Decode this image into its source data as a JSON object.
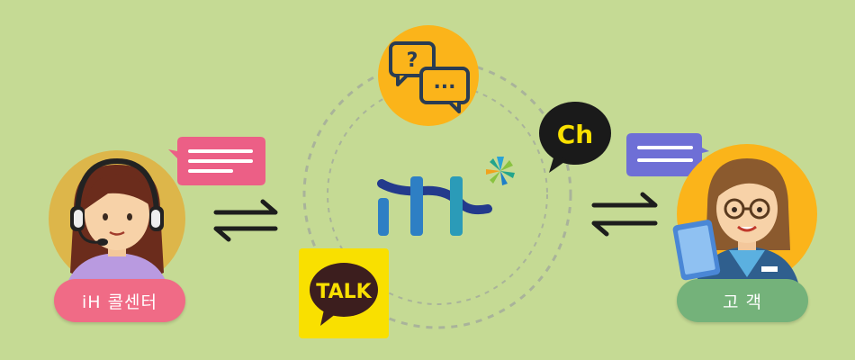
{
  "diagram": {
    "left_node": {
      "label": "iH 콜센터",
      "pill_color": "#f06b86"
    },
    "right_node": {
      "label": "고 객",
      "pill_color": "#74b27a"
    },
    "center_logo": {
      "text": "iH"
    },
    "channels": {
      "talk": {
        "text": "TALK",
        "bg": "#f9e000"
      },
      "ch": {
        "text": "Ch"
      },
      "faq": {
        "question_mark": "?",
        "ellipsis": "..."
      }
    },
    "arrows": [
      "two-way",
      "two-way"
    ],
    "colors": {
      "background": "#c5da94",
      "left_bubble": "#ec5f86",
      "right_bubble": "#6e6fd6",
      "faq_circle": "#fbb41a",
      "orbit": "#a9b39a"
    },
    "icons": [
      "agent-headset-icon",
      "customer-tablet-icon",
      "chat-bubble-icon",
      "exchange-arrows-icon",
      "kakaotalk-icon",
      "kakao-channel-icon",
      "faq-chat-icon",
      "ih-logo-icon"
    ]
  }
}
